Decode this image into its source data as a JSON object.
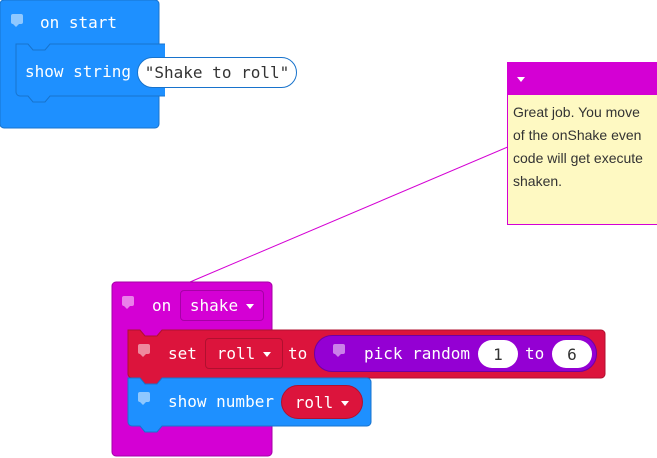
{
  "colors": {
    "basic": "#1e90ff",
    "input": "#d400d4",
    "variables": "#dc143c",
    "math": "#9400d3",
    "comment_header": "#d400d4",
    "comment_body": "#fef9c2"
  },
  "blocks": {
    "on_start": {
      "label": "on start",
      "show_string_label": "show string",
      "show_string_value": "\"Shake to roll\""
    },
    "on_shake": {
      "on_label": "on",
      "gesture": "shake",
      "set_label": "set",
      "variable": "roll",
      "to_label": "to",
      "pick_random_label": "pick random",
      "random_min": "1",
      "random_to_label": "to",
      "random_max": "6",
      "show_number_label": "show number",
      "show_number_var": "roll"
    }
  },
  "comment": {
    "text": "Great job. You moved the code inside of the onShake event handler. This code will get executed when shaken.",
    "line1": "Great job. You move",
    "line2": "of the onShake even",
    "line3": "code will get execute",
    "line4": "shaken."
  }
}
